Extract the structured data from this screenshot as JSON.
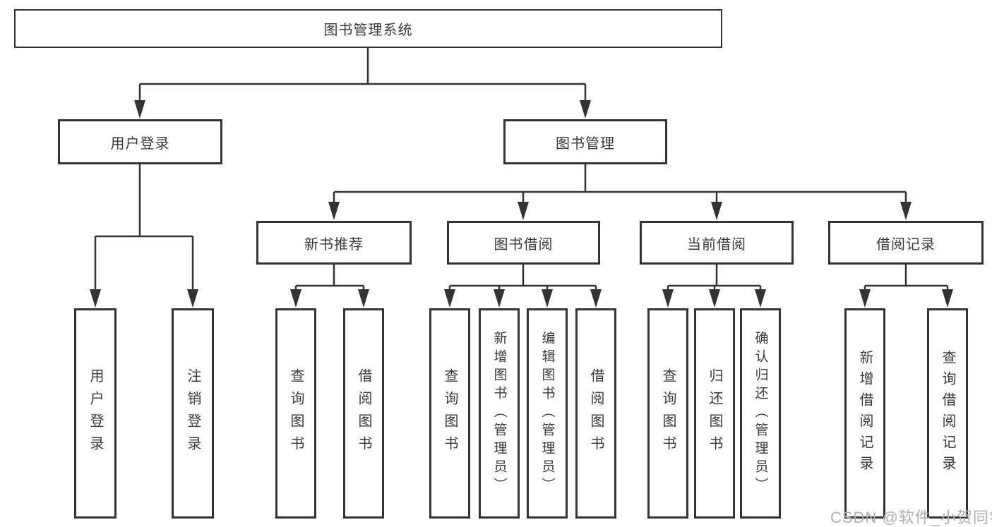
{
  "diagram": {
    "type": "hierarchy-tree",
    "orientation": "top-down",
    "colors": {
      "background": "#ffffff",
      "box_fill": "#ffffff",
      "box_border": "#333333",
      "line": "#333333",
      "text": "#3a3a3a",
      "watermark": "#b3aeae"
    },
    "tree": {
      "label": "图书管理系统",
      "children": [
        {
          "label": "用户登录",
          "children": [
            {
              "label": "用户登录"
            },
            {
              "label": "注销登录"
            }
          ]
        },
        {
          "label": "图书管理",
          "children": [
            {
              "label": "新书推荐",
              "children": [
                {
                  "label": "查询图书"
                },
                {
                  "label": "借阅图书"
                }
              ]
            },
            {
              "label": "图书借阅",
              "children": [
                {
                  "label": "查询图书"
                },
                {
                  "label": "新增图书（管理员）"
                },
                {
                  "label": "编辑图书（管理员）"
                },
                {
                  "label": "借阅图书"
                }
              ]
            },
            {
              "label": "当前借阅",
              "children": [
                {
                  "label": "查询图书"
                },
                {
                  "label": "归还图书"
                },
                {
                  "label": "确认归还（管理员）"
                }
              ]
            },
            {
              "label": "借阅记录",
              "children": [
                {
                  "label": "新增借阅记录"
                },
                {
                  "label": "查询借阅记录"
                }
              ]
            }
          ]
        }
      ]
    }
  },
  "watermark": {
    "text": "CSDN @软件_小贺同学"
  }
}
